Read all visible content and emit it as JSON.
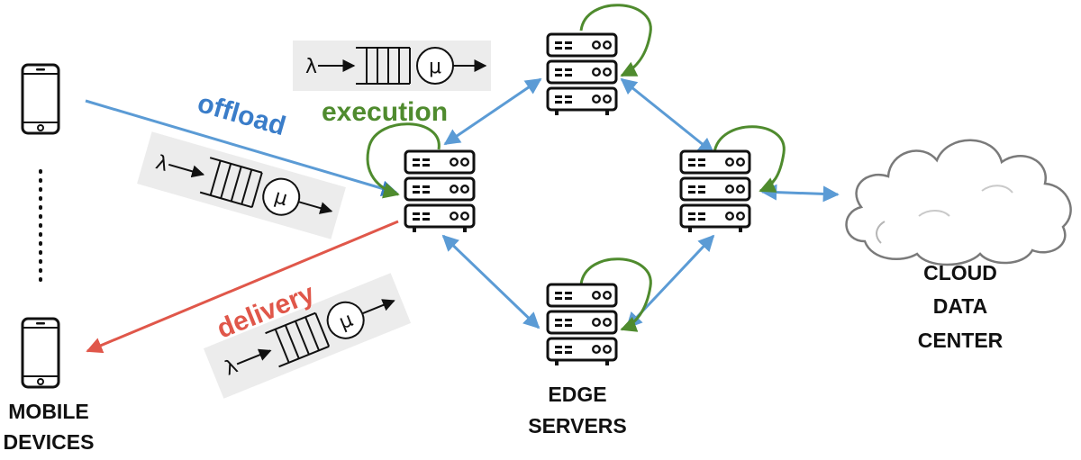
{
  "labels": {
    "mobile_devices": [
      "MOBILE",
      "DEVICES"
    ],
    "edge_servers": [
      "EDGE",
      "SERVERS"
    ],
    "cloud": [
      "CLOUD",
      "DATA",
      "CENTER"
    ],
    "offload": "offload",
    "execution": "execution",
    "delivery": "delivery"
  },
  "queue_symbols": {
    "arrival": "λ",
    "service": "μ"
  },
  "colors": {
    "offload": "#3a7dc9",
    "execution": "#4f8b2e",
    "delivery": "#e0574a",
    "link": "#5b9bd5",
    "ink": "#111111",
    "queue_bg": "#ececec"
  },
  "icons": [
    "smartphone-icon",
    "server-rack-icon",
    "cloud-icon",
    "queue-icon"
  ]
}
